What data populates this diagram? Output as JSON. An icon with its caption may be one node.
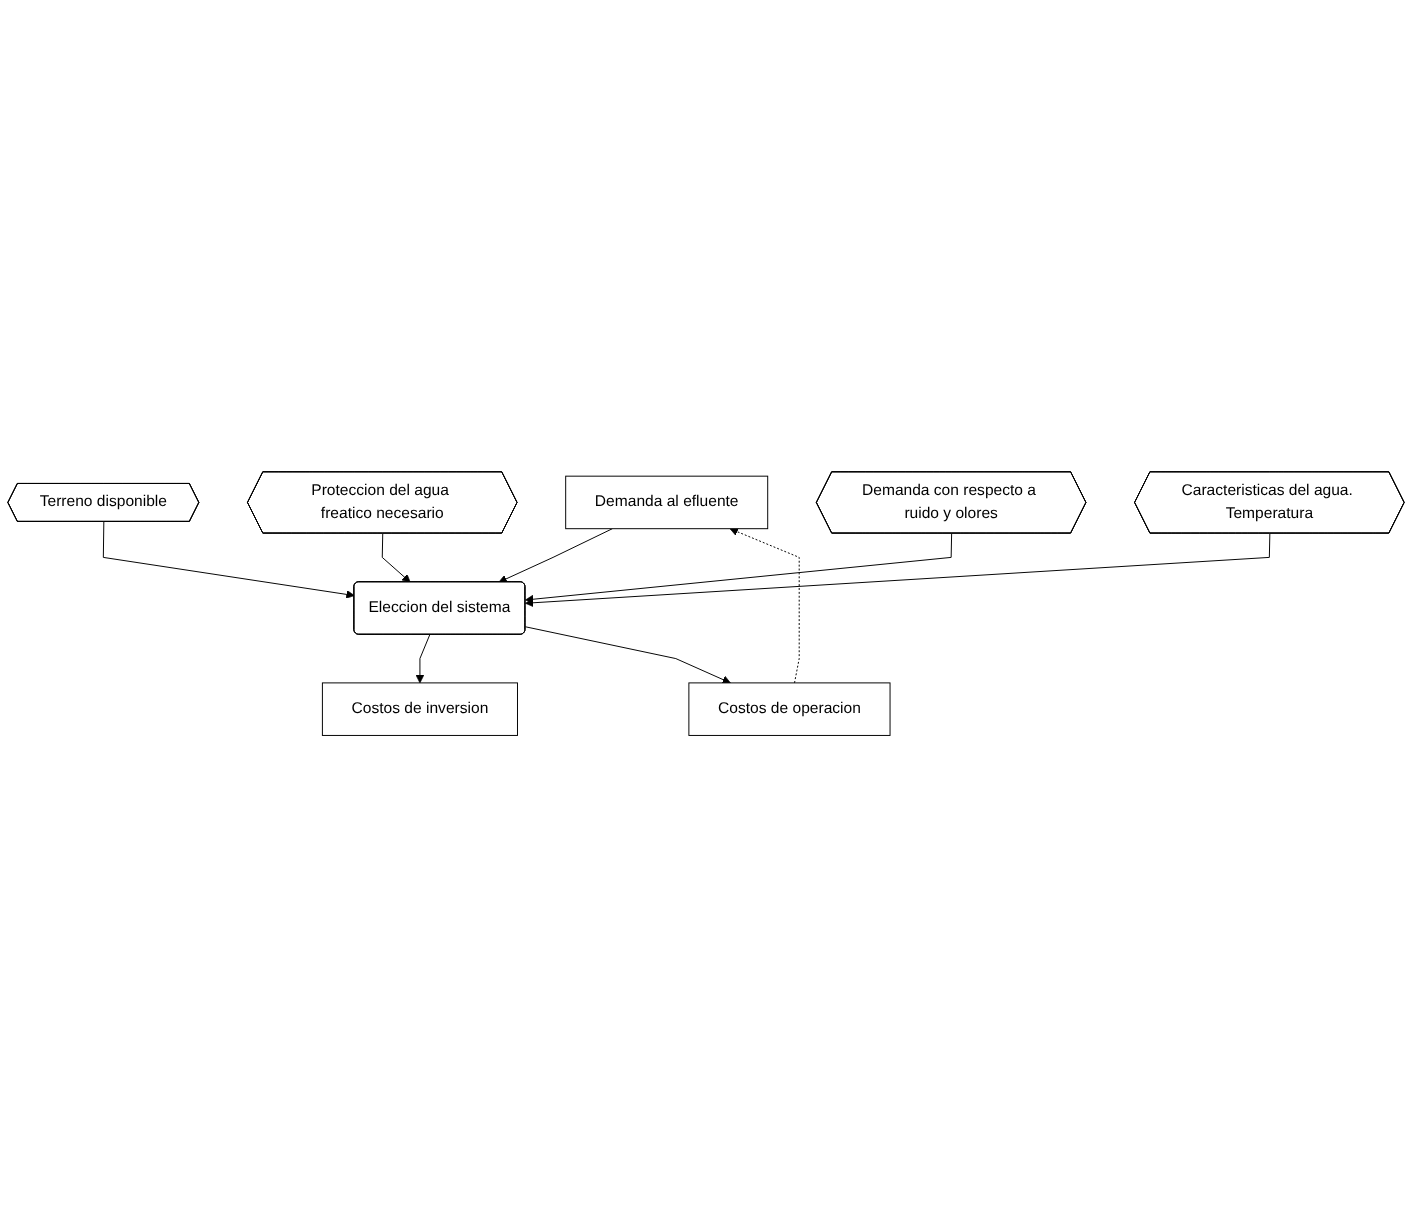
{
  "diagram": {
    "nodes": [
      {
        "text": [
          "Demanda al efluente"
        ]
      },
      {
        "text": [
          "Eleccion del sistema"
        ]
      },
      {
        "text": [
          "Terreno disponible"
        ]
      },
      {
        "text": [
          "Demanda con respecto a ruido y olores"
        ]
      },
      {
        "text": [
          "Proteccion del agua freatico necesario"
        ]
      },
      {
        "text": [
          "Caracteristicas del agua. Temperatura"
        ]
      },
      {
        "text": [
          "Costos de inversion"
        ]
      },
      {
        "text": [
          "Costos de operacion"
        ]
      }
    ],
    "edges": [
      {
        "from": 0,
        "to": 1,
        "arrow": "to"
      },
      {
        "from": 2,
        "to": 1,
        "arrow": "to"
      },
      {
        "from": 4,
        "to": 1,
        "arrow": "to"
      },
      {
        "from": 3,
        "to": 1,
        "arrow": "to"
      },
      {
        "from": 5,
        "to": 1,
        "arrow": "to"
      },
      {
        "from": 1,
        "to": 6,
        "arrow": "to"
      },
      {
        "from": 1,
        "to": 7,
        "arrow": "to"
      },
      {
        "from": 7,
        "to": 0,
        "arrow": "to",
        "style": "dashed"
      }
    ]
  }
}
